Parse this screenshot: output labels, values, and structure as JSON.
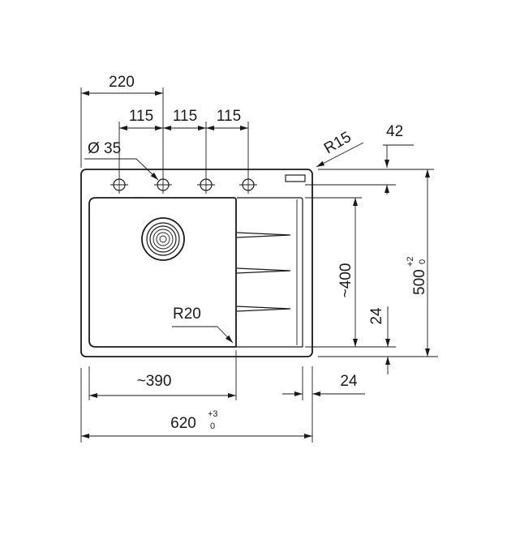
{
  "dimensions": {
    "width_220": "220",
    "spacing_1": "115",
    "spacing_2": "115",
    "spacing_3": "115",
    "hole_diameter": "Ø 35",
    "corner_radius_top": "R15",
    "edge_42": "42",
    "bowl_length": "~400",
    "edge_24_vertical": "24",
    "total_height_main": "500",
    "total_height_tol_upper": "+2",
    "total_height_tol_lower": "0",
    "bowl_radius": "R20",
    "bowl_width": "~390",
    "edge_24_horizontal": "24",
    "total_width_main": "620",
    "total_width_tol_upper": "+3",
    "total_width_tol_lower": "0"
  }
}
